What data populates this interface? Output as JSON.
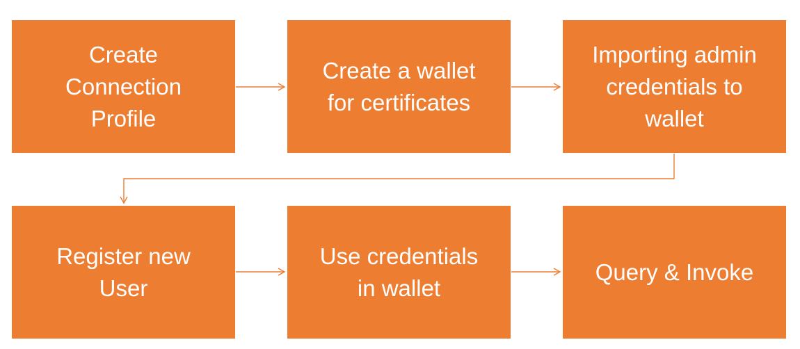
{
  "diagram": {
    "accent_color": "#ED7D31",
    "text_color": "#FFFFFF",
    "connector_color": "#ED7D31",
    "steps": [
      {
        "label": "Create\nConnection\nProfile"
      },
      {
        "label": "Create a wallet\nfor certificates"
      },
      {
        "label": "Importing admin\ncredentials to\nwallet"
      },
      {
        "label": "Register new\nUser"
      },
      {
        "label": "Use credentials\nin wallet"
      },
      {
        "label": "Query & Invoke"
      }
    ]
  }
}
